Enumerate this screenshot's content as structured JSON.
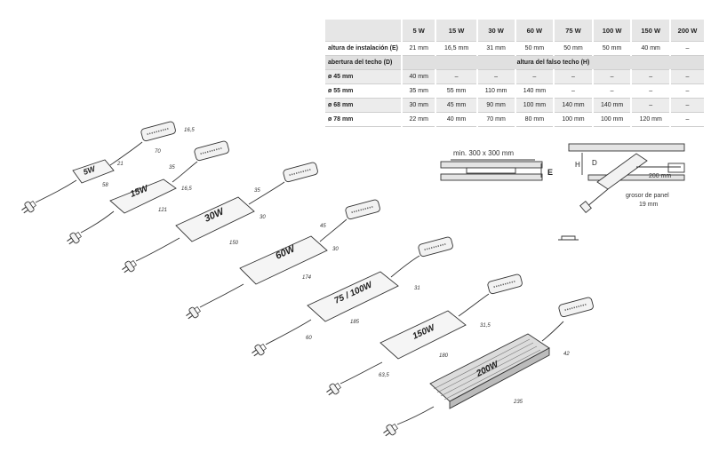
{
  "table": {
    "columns": [
      "",
      "5 W",
      "15 W",
      "30 W",
      "60 W",
      "75 W",
      "100 W",
      "150 W",
      "200 W"
    ],
    "install_row": {
      "label": "altura de instalación (E)",
      "values": [
        "21 mm",
        "16,5 mm",
        "31 mm",
        "50 mm",
        "50 mm",
        "50 mm",
        "40 mm",
        "–"
      ]
    },
    "section_row": {
      "label": "abertura del techo (D)",
      "title": "altura del falso techo (H)"
    },
    "rows": [
      {
        "label": "ø 45 mm",
        "values": [
          "40 mm",
          "–",
          "–",
          "–",
          "–",
          "–",
          "–",
          "–"
        ]
      },
      {
        "label": "ø 55 mm",
        "values": [
          "35 mm",
          "55 mm",
          "110 mm",
          "140 mm",
          "–",
          "–",
          "–",
          "–"
        ]
      },
      {
        "label": "ø 68 mm",
        "values": [
          "30 mm",
          "45 mm",
          "90 mm",
          "100 mm",
          "140 mm",
          "140 mm",
          "–",
          "–"
        ]
      },
      {
        "label": "ø 78 mm",
        "values": [
          "22 mm",
          "40 mm",
          "70 mm",
          "80 mm",
          "100 mm",
          "100 mm",
          "120 mm",
          "–"
        ]
      }
    ]
  },
  "ceiling_diagram": {
    "min_label": "min. 300 x 300 mm",
    "e_label": "E",
    "h_label": "H",
    "d_label": "D",
    "width_label": "200 mm",
    "panel_label_1": "grosor de panel",
    "panel_label_2": "19 mm"
  },
  "drivers": [
    {
      "name": "5W",
      "dims": [
        "16,5",
        "70",
        "58",
        "21"
      ]
    },
    {
      "name": "15W",
      "dims": [
        "16,5",
        "121",
        "35"
      ]
    },
    {
      "name": "30W",
      "dims": [
        "30",
        "150",
        "35"
      ]
    },
    {
      "name": "60W",
      "dims": [
        "30",
        "174",
        "45"
      ]
    },
    {
      "name": "75 / 100W",
      "dims": [
        "31",
        "185",
        "60"
      ]
    },
    {
      "name": "150W",
      "dims": [
        "31,5",
        "180",
        "63,5"
      ]
    },
    {
      "name": "200W",
      "dims": [
        "42",
        "235"
      ]
    }
  ]
}
